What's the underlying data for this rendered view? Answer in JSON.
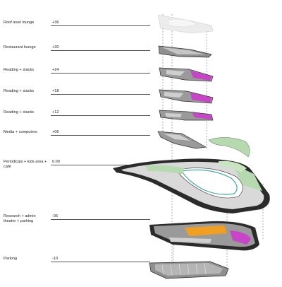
{
  "floors": [
    {
      "label": "Roof level lounge",
      "level": "+36"
    },
    {
      "label": "Restaurant lounge",
      "level": "+30"
    },
    {
      "label": "Reading + stacks",
      "level": "+24"
    },
    {
      "label": "Reading + stacks",
      "level": "+18"
    },
    {
      "label": "Reading + stacks",
      "level": "+12"
    },
    {
      "label": "Media + computers",
      "level": "+06"
    },
    {
      "label": "Periodicals + kids area + café",
      "level": "0.00"
    },
    {
      "label": "Research + admin theatre + parking",
      "level": "-06"
    },
    {
      "label": "Parking",
      "level": "-10"
    }
  ],
  "colors": {
    "dark_slab": "#2b2b2b",
    "grey_floor": "#9a9a9a",
    "magenta": "#c944c9",
    "green": "#b7d9b0",
    "orange": "#f0a020",
    "teal": "#40a8b0",
    "light_roof": "#e6e6e6"
  }
}
